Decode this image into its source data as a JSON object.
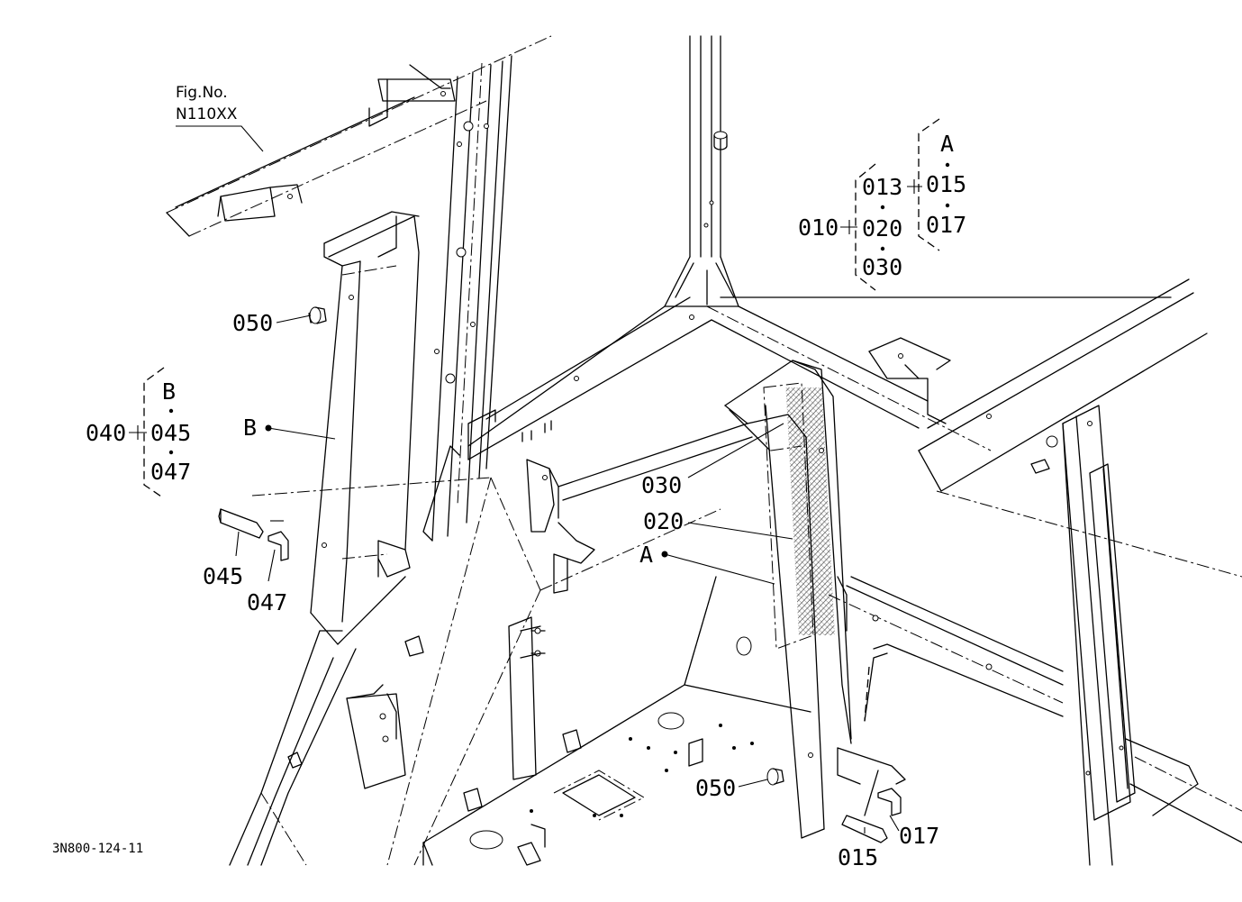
{
  "figure": {
    "fig_ref_title": "Fig.No.",
    "fig_ref_code": "N110XX",
    "drawing_code": "3N800-124-11"
  },
  "group_a": {
    "assembly": "010",
    "sub": [
      "013",
      "020",
      "030"
    ],
    "subsub": [
      "015",
      "017"
    ],
    "marker": "A"
  },
  "group_b": {
    "assembly": "040",
    "sub": [
      "045",
      "047"
    ],
    "marker": "B"
  },
  "callouts": {
    "c050_upper": "050",
    "c050_lower": "050",
    "cB": "B",
    "cA": "A",
    "c030": "030",
    "c020": "020",
    "c045": "045",
    "c047": "047",
    "c015": "015",
    "c017": "017"
  }
}
